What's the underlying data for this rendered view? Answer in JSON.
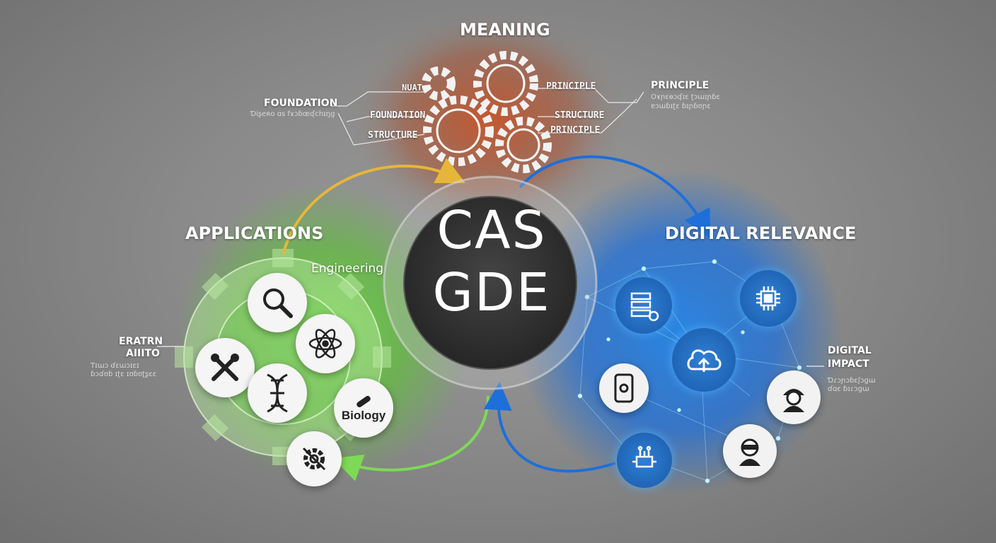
{
  "center": {
    "line1": "CAS",
    "line2": "GDE"
  },
  "meaning": {
    "title": "MEANING",
    "left_label": "FOUNDATION",
    "left_sub": "Ɗiʂeʀo ɑs fɤɔɓœʠchɪŋg",
    "gear_labels": [
      "NUAT",
      "FOUNDATION",
      "STRUCTURE",
      "PRINCIPLE",
      "STRUCTURE",
      "PRINCIPLE"
    ],
    "right_label": "PRINCIPLE",
    "right_sub": [
      "Oɤɲɛɵɔʠɪɛ ʈɔɯɪɲɓɛ",
      "ɐɔɯɓɪʈɛ ɓɪɲɓʊɲɛ"
    ]
  },
  "applications": {
    "title": "APPLICATIONS",
    "engineering": "Engineering",
    "biology": "Biology",
    "side_label": [
      "ERATRN",
      "AIIITO"
    ],
    "side_sub": [
      "Tɪɯɔ ɗɛɯɔɪɛɪ",
      "ɓɔɗʊɓ ɪʈɛ ɪʊɓʊʈʂɛɛ"
    ]
  },
  "digital": {
    "title": "DIGITAL RELEVANCE",
    "side_label": [
      "DIGITAL",
      "IMPACT"
    ],
    "side_sub": [
      "Ɗɾɔɲɔɓɛʃɔɡɯ",
      "ɗɑɛ ɓɪɾɔɡɯ"
    ]
  },
  "colors": {
    "green": "#7ed957",
    "blue": "#1e6fd9",
    "orange": "#c0532a",
    "center": "#333333"
  },
  "icons": {
    "applications": [
      "magnifier-icon",
      "atom-icon",
      "wrench-screwdriver-icon",
      "dna-icon",
      "biology-vial-icon",
      "gear-tools-icon"
    ],
    "digital": [
      "server-icon",
      "chip-icon",
      "cloud-upload-icon",
      "smartphone-icon",
      "hacker-avatar-icon",
      "person-vr-icon",
      "circuit-board-icon"
    ]
  }
}
